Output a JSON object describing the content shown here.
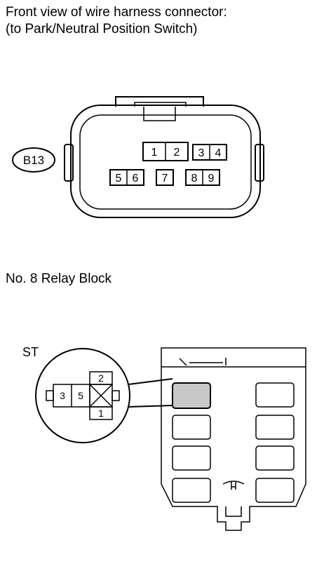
{
  "connector_section": {
    "title_line1": "Front view of wire harness connector:",
    "title_line2": "(to Park/Neutral Position Switch)",
    "connector_code": "B13",
    "pins": [
      "1",
      "2",
      "3",
      "4",
      "5",
      "6",
      "7",
      "8",
      "9"
    ]
  },
  "relay_section": {
    "title": "No. 8 Relay Block",
    "relay_label": "ST",
    "relay_pins": [
      "3",
      "5",
      "2",
      "1"
    ]
  },
  "colors": {
    "line": "#000000",
    "highlight_fill": "#c8c8c8",
    "background": "#ffffff"
  }
}
